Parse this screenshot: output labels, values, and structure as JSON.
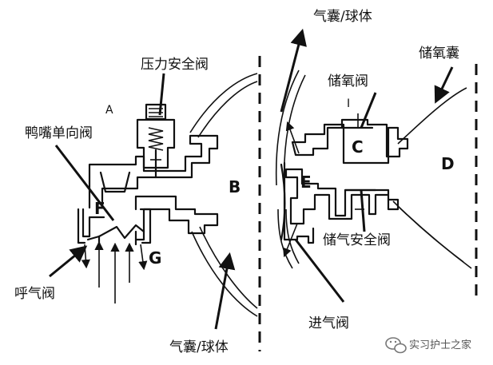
{
  "labels": {
    "pressure_relief_valve": "压力安全阀",
    "duckbill_check_valve": "鸭嘴单向阀",
    "exhalation_valve": "呼气阀",
    "bag_bottom": "气囊/球体",
    "bag_top": "气囊/球体",
    "oxygen_reservoir_valve": "储氧阀",
    "oxygen_reservoir_bag": "储氧囊",
    "reservoir_relief_valve": "储气安全阀",
    "intake_valve": "进气阀"
  },
  "letters": {
    "a": "A",
    "b": "B",
    "c": "C",
    "d": "D",
    "e": "E",
    "f": "F",
    "g": "G",
    "i": "I"
  },
  "watermark": {
    "text": "实习护士之家",
    "icon": "wechat-icon"
  }
}
